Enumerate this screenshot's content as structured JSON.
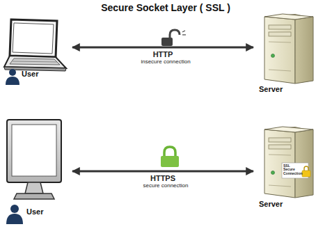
{
  "diagram": {
    "title": "Secure Socket Layer ( SSL )",
    "nodes": [
      {
        "text": [
          "User"
        ]
      },
      {
        "text": [
          "Server"
        ]
      },
      {
        "text": [
          "User"
        ]
      },
      {
        "text": [
          "Server"
        ]
      }
    ],
    "edges": [
      {
        "from": 0,
        "to": 1,
        "arrow": "both",
        "label": "HTTP"
      },
      {
        "from": 2,
        "to": 3,
        "arrow": "both",
        "label": "HTTPS"
      }
    ],
    "labels": [
      "insecure connection",
      "secure connection",
      "SSL Secure Connection"
    ]
  }
}
